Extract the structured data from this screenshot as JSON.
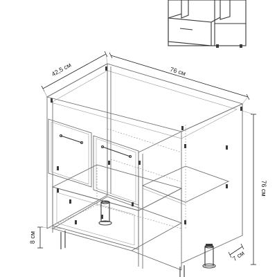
{
  "dimensions": {
    "depth": "42,5 см",
    "width": "76 см",
    "height": "76 см",
    "leg_height": "8 см",
    "leg_offset": "7 см"
  }
}
